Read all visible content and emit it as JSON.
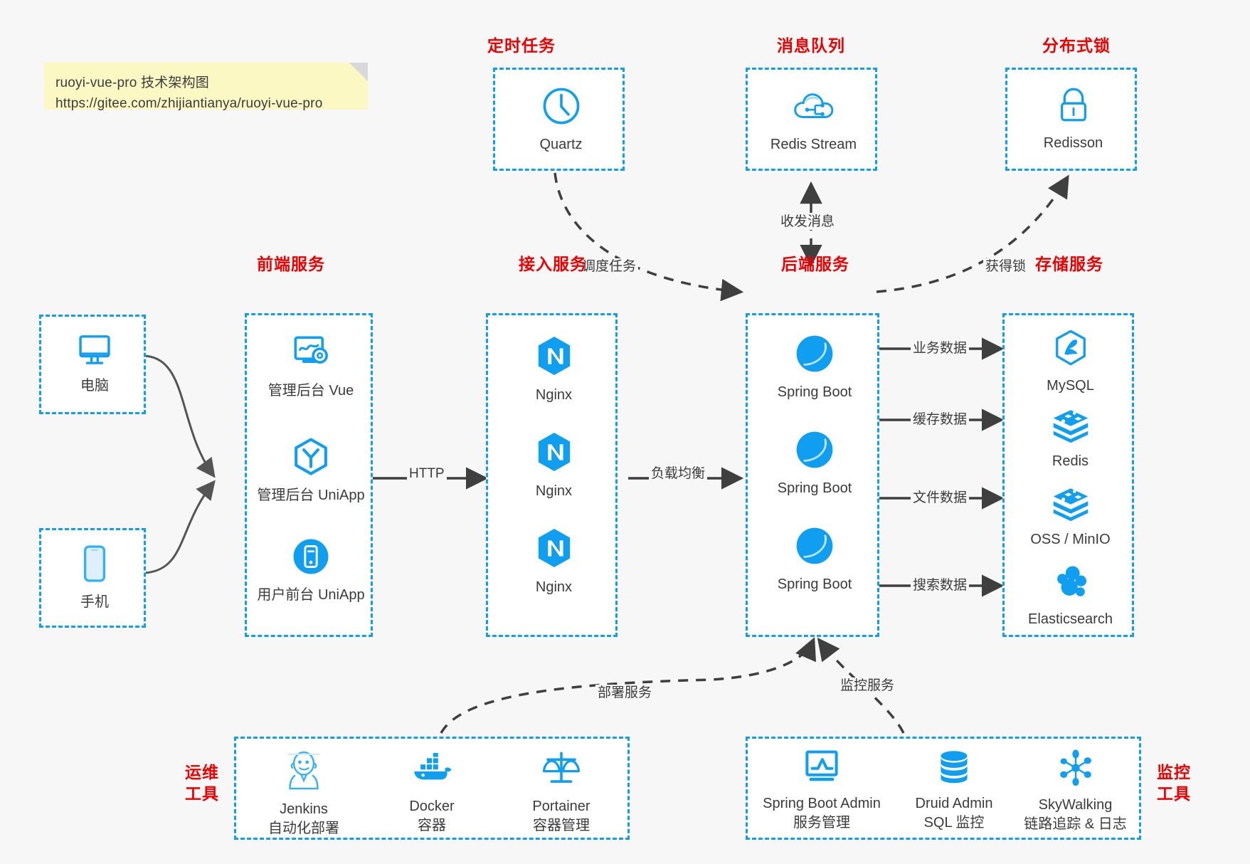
{
  "note": {
    "line1": "ruoyi-vue-pro 技术架构图",
    "line2": "https://gitee.com/zhijiantianya/ruoyi-vue-pro"
  },
  "colors": {
    "accent_blue": "#109ff0",
    "label_red": "#ef0000",
    "icon_blue": "#1296db",
    "background": "#f7f7f7",
    "note_yellow": "#fbf8c4",
    "arrow_gray": "#3f3f3f"
  },
  "groups": {
    "scheduler": {
      "title": "定时任务",
      "nodes": [
        {
          "label": "Quartz",
          "icon": "clock-icon"
        }
      ]
    },
    "mq": {
      "title": "消息队列",
      "nodes": [
        {
          "label": "Redis Stream",
          "icon": "cloud-network-icon"
        }
      ]
    },
    "lock": {
      "title": "分布式锁",
      "nodes": [
        {
          "label": "Redisson",
          "icon": "padlock-icon"
        }
      ]
    },
    "clients": {
      "nodes": [
        {
          "label": "电脑",
          "icon": "desktop-monitor-icon"
        },
        {
          "label": "手机",
          "icon": "mobile-phone-icon"
        }
      ]
    },
    "frontend": {
      "title": "前端服务",
      "nodes": [
        {
          "label": "管理后台 Vue",
          "icon": "dashboard-settings-icon"
        },
        {
          "label": "管理后台 UniApp",
          "icon": "uniapp-hexagon-icon"
        },
        {
          "label": "用户前台 UniApp",
          "icon": "mobile-app-circle-icon"
        }
      ]
    },
    "gateway": {
      "title": "接入服务",
      "nodes": [
        {
          "label": "Nginx",
          "icon": "nginx-icon"
        },
        {
          "label": "Nginx",
          "icon": "nginx-icon"
        },
        {
          "label": "Nginx",
          "icon": "nginx-icon"
        }
      ]
    },
    "backend": {
      "title": "后端服务",
      "nodes": [
        {
          "label": "Spring Boot",
          "icon": "spring-boot-icon"
        },
        {
          "label": "Spring Boot",
          "icon": "spring-boot-icon"
        },
        {
          "label": "Spring Boot",
          "icon": "spring-boot-icon"
        }
      ]
    },
    "storage": {
      "title": "存储服务",
      "nodes": [
        {
          "label": "MySQL",
          "icon": "mysql-icon"
        },
        {
          "label": "Redis",
          "icon": "redis-stack-icon"
        },
        {
          "label": "OSS / MinIO",
          "icon": "oss-stack-icon"
        },
        {
          "label": "Elasticsearch",
          "icon": "elasticsearch-icon"
        }
      ]
    },
    "devops": {
      "title": "运维\n工具",
      "title_line1": "运维",
      "title_line2": "工具",
      "nodes": [
        {
          "label": "Jenkins",
          "sublabel": "自动化部署",
          "icon": "jenkins-butler-icon"
        },
        {
          "label": "Docker",
          "sublabel": "容器",
          "icon": "docker-whale-icon"
        },
        {
          "label": "Portainer",
          "sublabel": "容器管理",
          "icon": "portainer-scales-icon"
        }
      ]
    },
    "monitoring": {
      "title_line1": "监控",
      "title_line2": "工具",
      "nodes": [
        {
          "label": "Spring Boot Admin",
          "sublabel": "服务管理",
          "icon": "monitor-chart-icon"
        },
        {
          "label": "Druid Admin",
          "sublabel": "SQL 监控",
          "icon": "database-cylinder-icon"
        },
        {
          "label": "SkyWalking",
          "sublabel": "链路追踪 & 日志",
          "icon": "skywalking-node-icon"
        }
      ]
    }
  },
  "edges": [
    {
      "id": "http",
      "label": "HTTP",
      "from": "frontend",
      "to": "gateway",
      "style": "solid"
    },
    {
      "id": "loadbalance",
      "label": "负载均衡",
      "from": "gateway",
      "to": "backend",
      "style": "solid"
    },
    {
      "id": "schedule",
      "label": "调度任务",
      "from": "scheduler",
      "to": "backend",
      "style": "dashed"
    },
    {
      "id": "messaging",
      "label": "收发消息",
      "from": "mq",
      "to": "backend",
      "style": "dashed-bidirectional"
    },
    {
      "id": "acquire-lock",
      "label": "获得锁",
      "from": "backend",
      "to": "lock",
      "style": "dashed"
    },
    {
      "id": "business-data",
      "label": "业务数据",
      "from": "backend",
      "to": "mysql",
      "style": "solid"
    },
    {
      "id": "cache-data",
      "label": "缓存数据",
      "from": "backend",
      "to": "redis",
      "style": "solid"
    },
    {
      "id": "file-data",
      "label": "文件数据",
      "from": "backend",
      "to": "oss",
      "style": "solid"
    },
    {
      "id": "search-data",
      "label": "搜索数据",
      "from": "backend",
      "to": "elasticsearch",
      "style": "solid"
    },
    {
      "id": "deploy-service",
      "label": "部署服务",
      "from": "devops",
      "to": "backend",
      "style": "dashed"
    },
    {
      "id": "monitor-service",
      "label": "监控服务",
      "from": "monitoring",
      "to": "backend",
      "style": "dashed"
    }
  ]
}
